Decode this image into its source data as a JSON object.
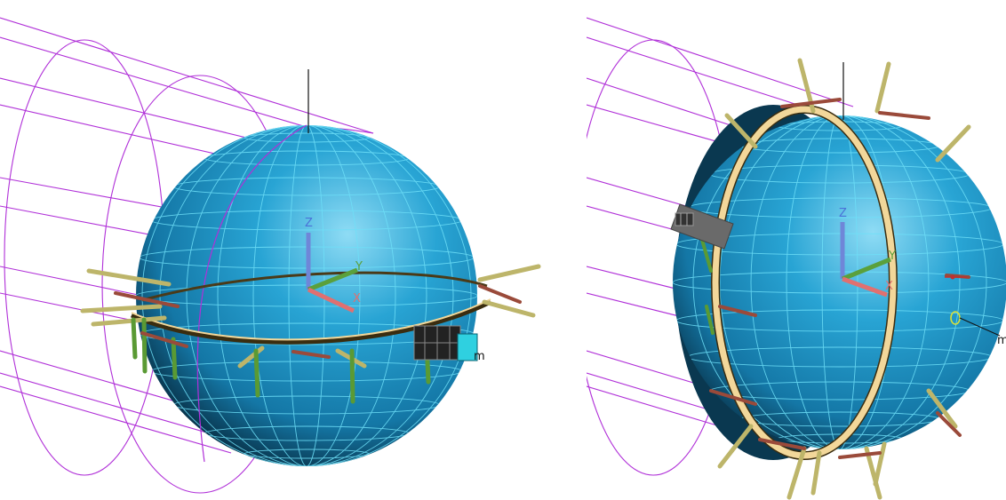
{
  "views": [
    {
      "id": "left",
      "description_marker": "equatorial-ring-view"
    },
    {
      "id": "right",
      "description_marker": "polar-ring-view"
    }
  ],
  "axes": {
    "x_label": "X",
    "y_label": "Y",
    "z_label": "Z",
    "x_color": "#e07070",
    "y_color": "#5aa03c",
    "z_color": "#4a72d8"
  },
  "marker_label": "m",
  "colors": {
    "sphere_light": "#7fd3f0",
    "sphere_mid": "#1f9ccc",
    "sphere_dark": "#0a3850",
    "grid": "#6fe0f8",
    "cylinder": "#b030d8",
    "ring": "#f2d79a",
    "strut": "#bdb56a",
    "strut_dark": "#6b5c2c",
    "red_strut": "#9a4a3a",
    "module": "#7a7a7a"
  }
}
